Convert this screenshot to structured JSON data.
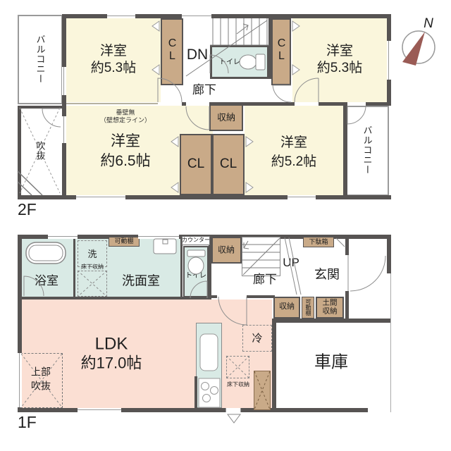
{
  "compass": {
    "north_label": "N"
  },
  "floor2": {
    "floor_label": "2F",
    "balcony_left": "バルコニー",
    "balcony_right": "バルコニー",
    "room_nw_name": "洋室",
    "room_nw_size": "約5.3帖",
    "room_ne_name": "洋室",
    "room_ne_size": "約5.3帖",
    "room_sw_name": "洋室",
    "room_sw_size": "約6.5帖",
    "room_sw_note_line1": "垂壁無",
    "room_sw_note_line2": "（壁想定ライン）",
    "room_se_name": "洋室",
    "room_se_size": "約5.2帖",
    "closet_nw": "CL",
    "closet_ne": "CL",
    "closet_sw": "CL",
    "closet_se": "CL",
    "stairs_down": "DN",
    "hallway": "廊下",
    "toilet": "トイレ",
    "storage": "収納",
    "void": "吹抜"
  },
  "floor1": {
    "floor_label": "1F",
    "bathroom": "浴室",
    "washer": "洗",
    "underfloor_storage_washroom": "床下収納",
    "movable_shelf_washroom": "可動棚",
    "washroom": "洗面室",
    "counter": "カウンター",
    "toilet": "トイレ",
    "storage_north": "収納",
    "hallway": "廊下",
    "stairs_up": "UP",
    "shoe_cabinet": "下駄箱",
    "entrance": "玄関",
    "storage_south": "収納",
    "movable_shelf_entrance": "可動棚",
    "doma_storage_line1": "土間",
    "doma_storage_line2": "収納",
    "ldk_name": "LDK",
    "ldk_size": "約17.0帖",
    "upper_void_line1": "上部",
    "upper_void_line2": "吹抜",
    "fridge": "冷",
    "underfloor_storage_ldk": "床下収納",
    "garage": "車庫"
  },
  "colors": {
    "wall": "#575453",
    "room_cream": "#faf6dc",
    "room_pink": "#fbdfd3",
    "room_blue": "#d9eae5",
    "closet_tan": "#c9aa88",
    "compass_needle": "#9a5b55"
  }
}
